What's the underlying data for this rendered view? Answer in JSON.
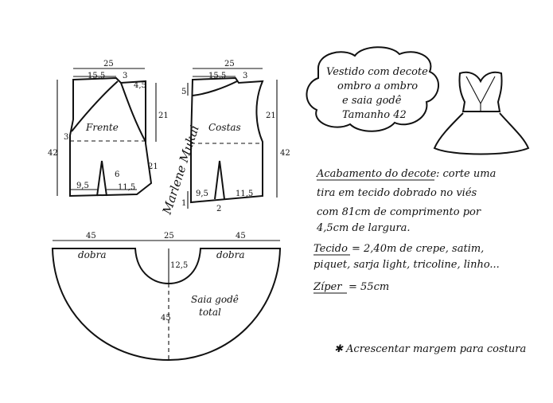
{
  "pattern": {
    "front": {
      "label": "Frente",
      "width": "25",
      "shoulder": "15,5",
      "neck_depth": "3",
      "strap": "4,5",
      "length": "42",
      "armhole_depth": "21",
      "side_lower": "21",
      "side_upper": "3",
      "pleat_left": "9,5",
      "pleat": "6",
      "pleat_right": "11,5"
    },
    "back": {
      "label": "Costas",
      "width": "25",
      "shoulder": "15,5",
      "neck_drop": "3",
      "center_top": "5",
      "length": "42",
      "armhole_depth": "21",
      "hem_drop": "1",
      "pleat_width": "2",
      "pleat_left": "9,5",
      "pleat_right": "11,5"
    },
    "skirt": {
      "left_fold": "dobra",
      "right_fold": "dobra",
      "left_width": "45",
      "center_width": "25",
      "right_width": "45",
      "waist_depth": "12,5",
      "length": "45",
      "label_line1": "Saia godê",
      "label_line2": "total"
    },
    "signature": "Marlene Mukai"
  },
  "title": {
    "line1": "Vestido com decote",
    "line2": "ombro a ombro",
    "line3": "e saia godê",
    "line4": "Tamanho 42"
  },
  "notes": {
    "finish_label": "Acabamento do decote",
    "finish_line1": ": corte uma",
    "finish_line2": "tira em tecido dobrado no viés",
    "finish_line3": "com 81cm de comprimento por",
    "finish_line4": "4,5cm de largura.",
    "fabric_label": "Tecido",
    "fabric_line1": "= 2,40m  de crepe, satim,",
    "fabric_line2": "piquet, sarja light, tricoline, linho...",
    "zipper_label": "Zíper",
    "zipper_value": "= 55cm",
    "seam_note": "✱ Acrescentar margem para costura"
  },
  "colors": {
    "ink": "#111111",
    "paper": "#ffffff"
  }
}
